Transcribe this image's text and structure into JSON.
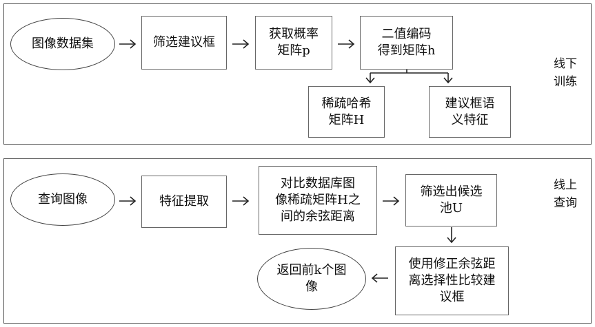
{
  "offline": {
    "side_label": "线下\n训练",
    "dataset": "图像数据集",
    "filter_boxes": "筛选建议框",
    "prob_matrix": "获取概率\n矩阵p",
    "binary_code": "二值编码\n得到矩阵h",
    "sparse_hash": "稀疏哈希\n矩阵H",
    "semantic_feature": "建议框语\n义特征"
  },
  "online": {
    "side_label": "线上\n查询",
    "query_image": "查询图像",
    "feature_extract": "特征提取",
    "cosine_compare": "对比数据库图\n像稀疏矩阵H之\n间的余弦距离",
    "candidate_pool": "筛选出候选\n池U",
    "modified_cosine": "使用修正余弦距\n离选择性比较建\n议框",
    "return_topk": "返回前k个图\n像"
  }
}
